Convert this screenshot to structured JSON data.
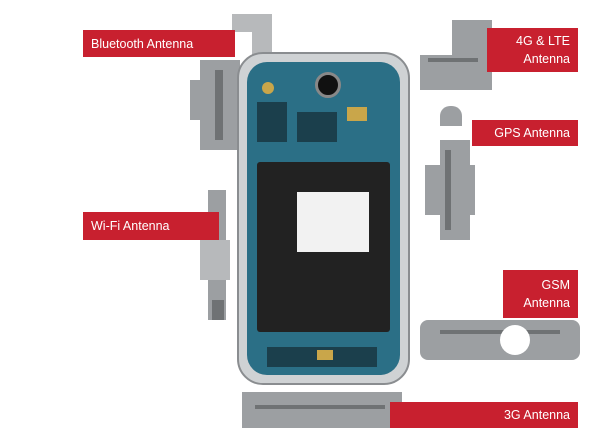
{
  "labels": {
    "bluetooth": "Bluetooth Antenna",
    "lte_line1": "4G & LTE",
    "lte_line2": "Antenna",
    "gps": "GPS Antenna",
    "wifi": "Wi-Fi Antenna",
    "gsm_line1": "GSM",
    "gsm_line2": "Antenna",
    "g3": "3G Antenna"
  },
  "colors": {
    "label_bg": "#c8202f",
    "antenna": "#9c9fa2",
    "board": "#2b6f86"
  }
}
